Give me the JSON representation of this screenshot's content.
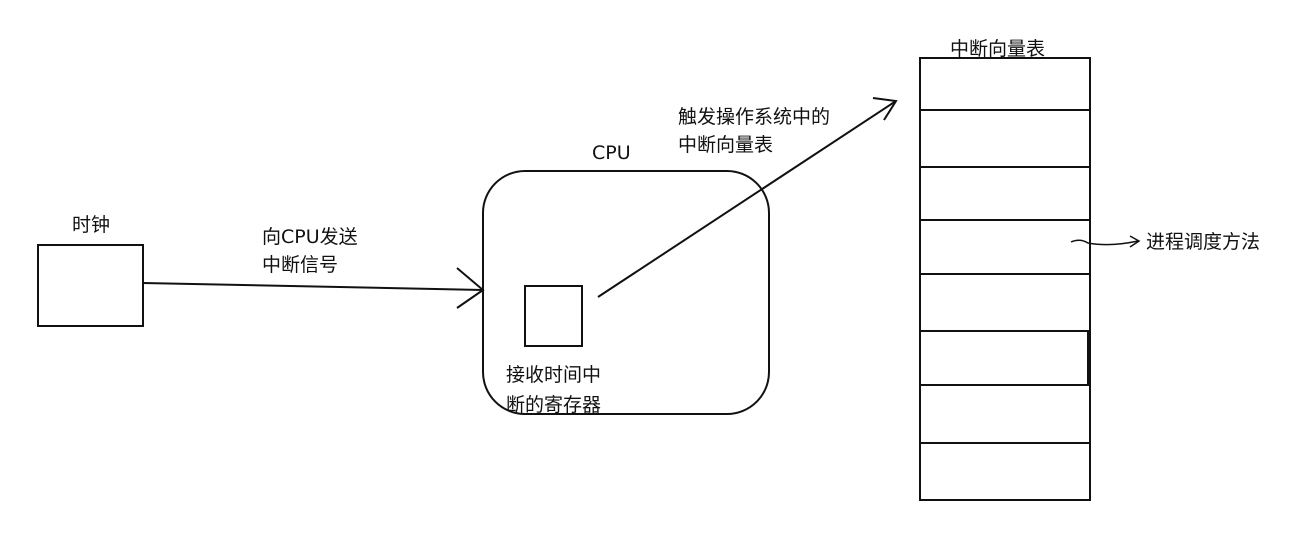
{
  "clock": {
    "label": "时钟"
  },
  "send_signal": {
    "line1": "向CPU发送",
    "line2": "中断信号"
  },
  "cpu": {
    "label": "CPU"
  },
  "register": {
    "line1": "接收时间中",
    "line2": "断的寄存器"
  },
  "trigger": {
    "line1": "触发操作系统中的",
    "line2": "中断向量表"
  },
  "vector_table": {
    "title": "中断向量表",
    "row_count": 8,
    "highlighted_row": 3
  },
  "scheduler": {
    "label": "进程调度方法"
  },
  "colors": {
    "ink": "#111111",
    "background": "#ffffff"
  }
}
